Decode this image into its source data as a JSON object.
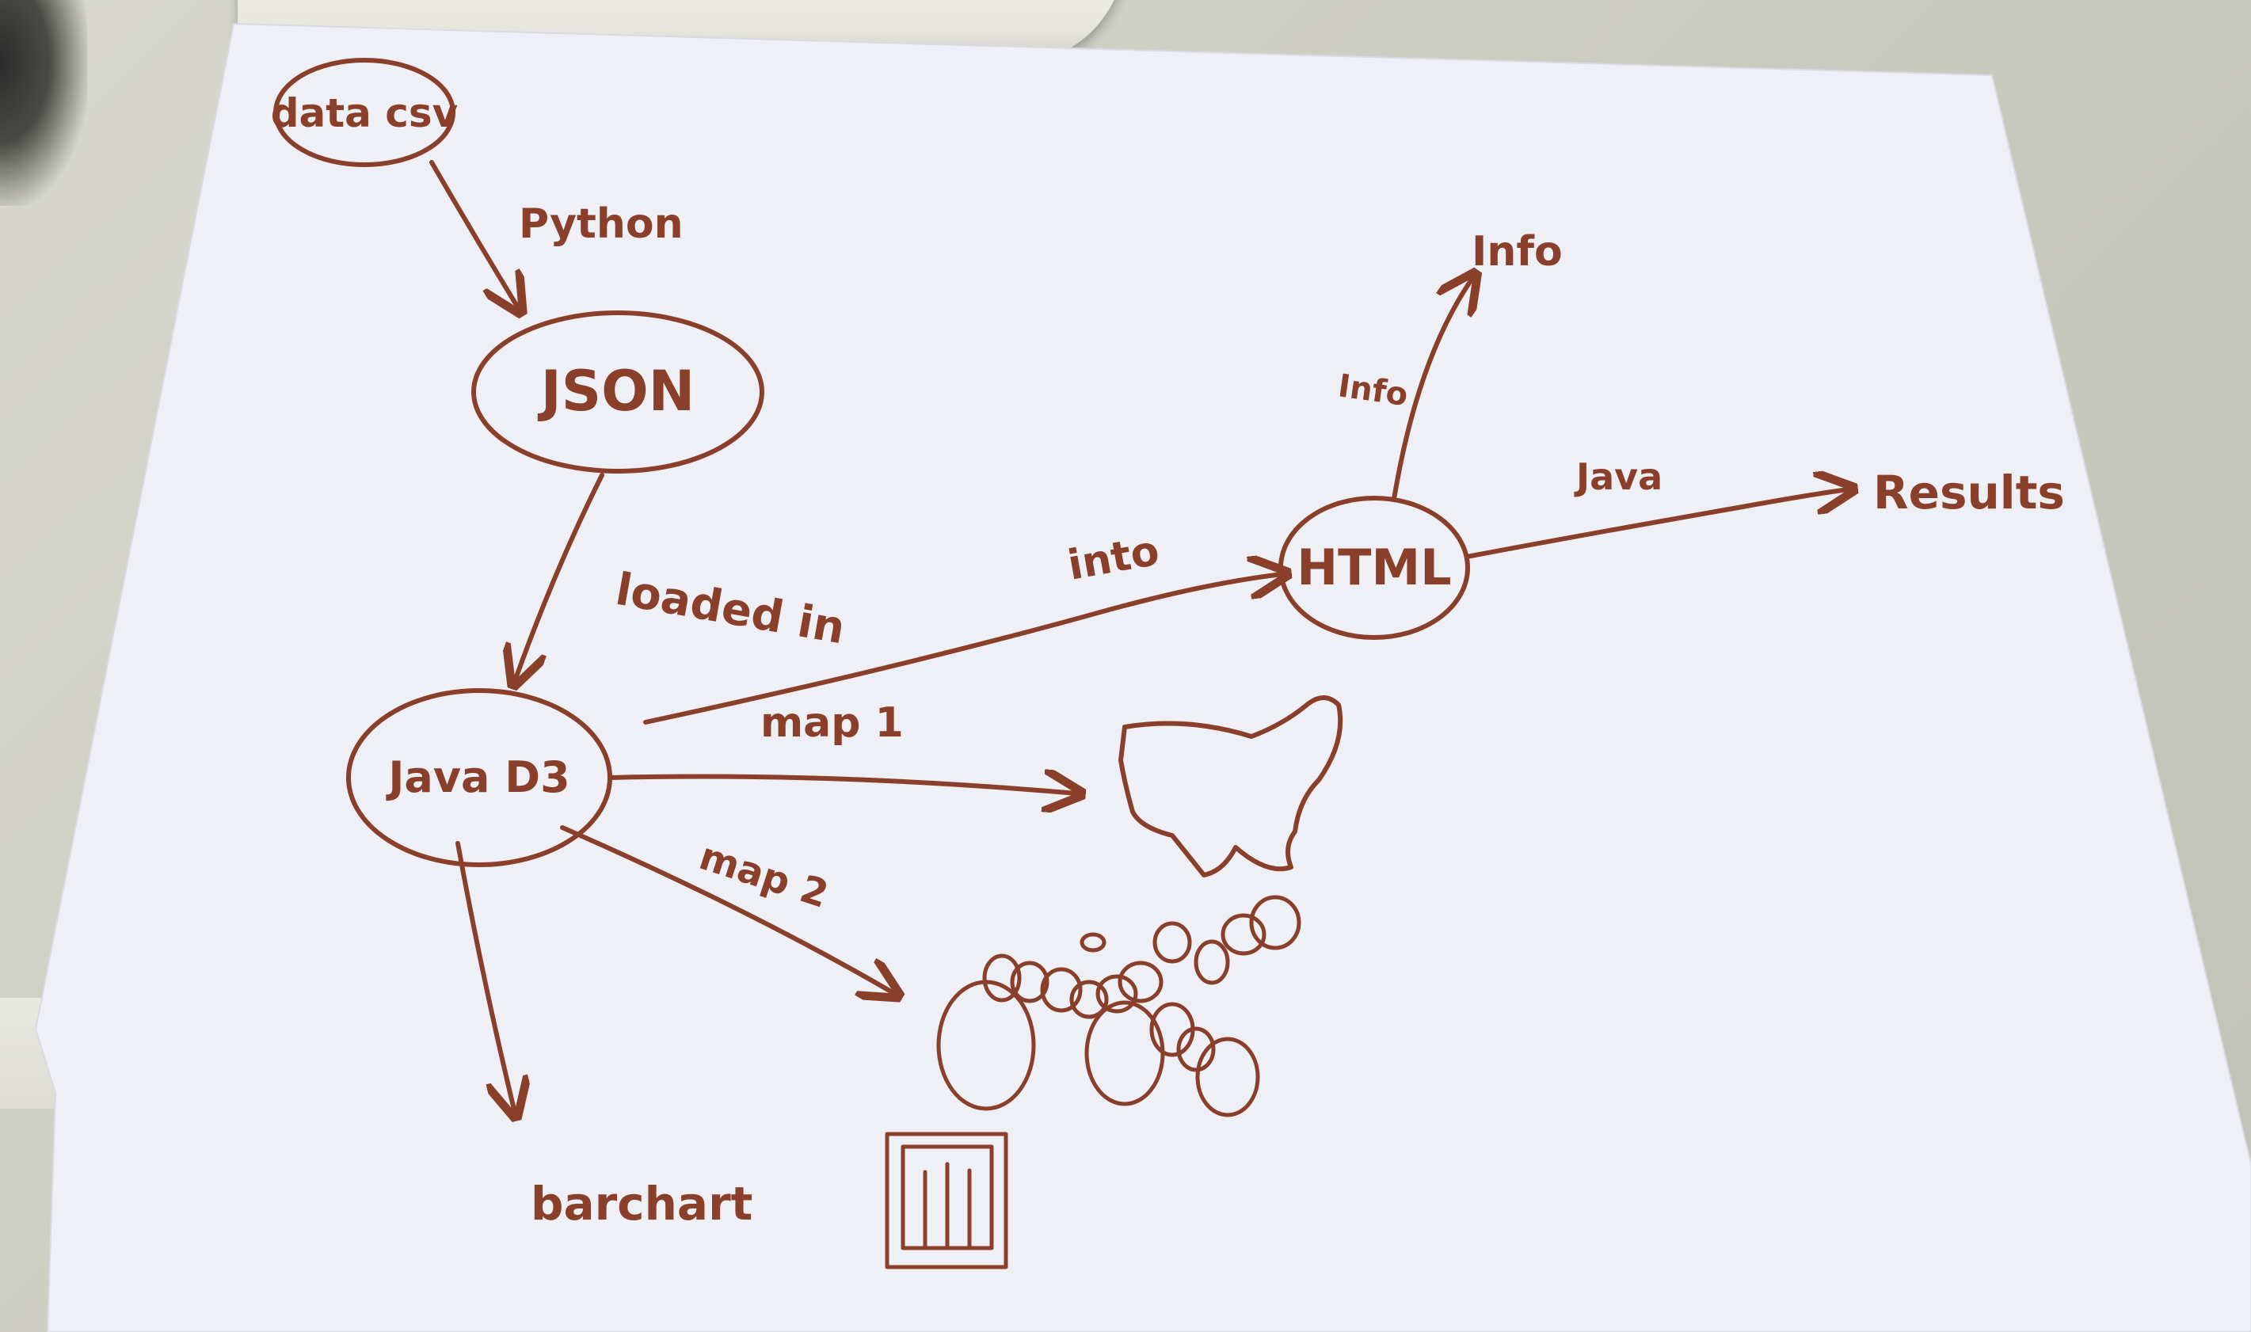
{
  "ink_color": "#8a3f2b",
  "paper_color": "#eff0f6",
  "nodes": {
    "data_csv": "data csv",
    "json": "JSON",
    "java_d3": "Java D3",
    "html": "HTML",
    "info": "Info",
    "results": "Results",
    "barchart": "barchart"
  },
  "edges": {
    "python": "Python",
    "loaded_in": "loaded in",
    "into": "into",
    "info": "Info",
    "java": "Java",
    "map1": "map 1",
    "map2": "map 2"
  },
  "sketches": [
    "us-map-outline",
    "bubble-map",
    "bar-chart-icon"
  ]
}
